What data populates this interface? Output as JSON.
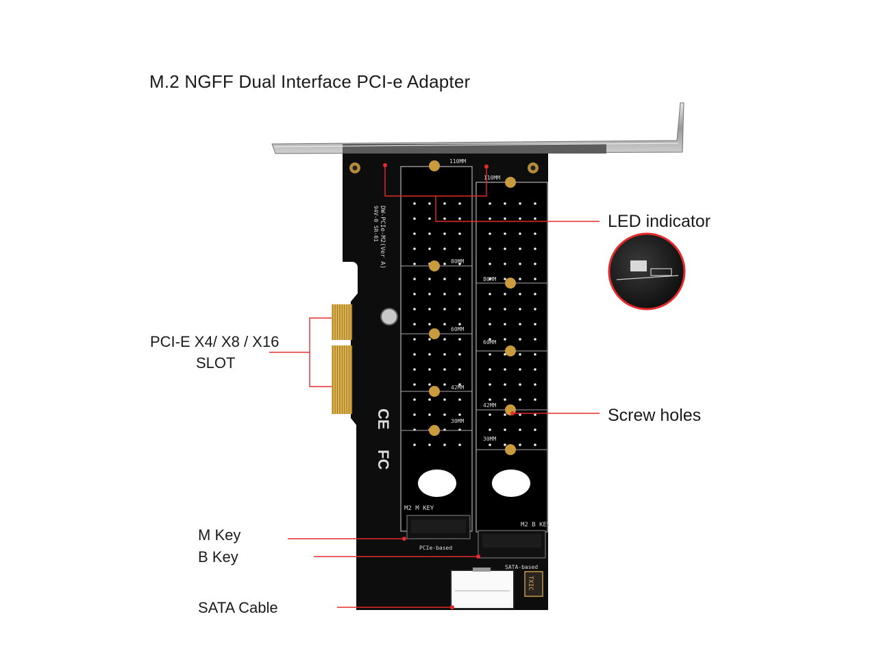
{
  "title": "M.2 NGFF Dual Interface PCI-e Adapter",
  "callouts": {
    "led": "LED indicator",
    "slot_line1": "PCI-E X4/ X8 / X16",
    "slot_line2": "SLOT",
    "screw": "Screw holes",
    "mkey": "M Key",
    "bkey": "B Key",
    "sata": "SATA Cable"
  },
  "board_text": {
    "left_slot_label": "M2  M  KEY",
    "right_slot_label": "M2  B  KEY",
    "left_slot_type": "PCIe-based",
    "right_slot_type": "SATA-based",
    "len_110": "110MM",
    "len_80": "80MM",
    "len_60": "60MM",
    "len_42": "42MM",
    "len_30": "30MM",
    "model_line1": "DW-PCIe-M2(Ver A)",
    "model_line2": "94V-0 SR-01",
    "ce_mark": "CE",
    "fc_mark": "FC",
    "chip_label": "TXIC"
  },
  "colors": {
    "accent_red": "#e52b2b",
    "pcb_black": "#0d0d0d",
    "gold": "#d4a53a",
    "bracket": "#b8b8b8"
  }
}
